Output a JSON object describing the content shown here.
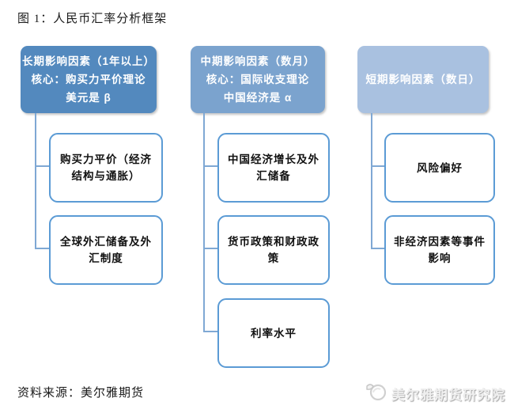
{
  "title": "图 1：人民币汇率分析框架",
  "source_note": "资料来源：美尔雅期货",
  "watermark": {
    "icon": "company-logo",
    "label": "美尔雅期货研究院"
  },
  "colors": {
    "header-long": "#5389BE",
    "header-mid": "#7BA3CE",
    "header-short": "#A9C1E0",
    "line": "#7FA8D4",
    "box-border": "#5B9BD5"
  },
  "columns": [
    {
      "id": "long-term",
      "header_lines": [
        "长期影响因素（1年以上）",
        "核心：购买力平价理论",
        "美元是 β"
      ],
      "children": [
        [
          "购买力平价（经济",
          "结构与通胀）"
        ],
        [
          "全球外汇储备及外",
          "汇制度"
        ]
      ]
    },
    {
      "id": "mid-term",
      "header_lines": [
        "中期影响因素（数月）",
        "核心：国际收支理论",
        "中国经济是 α"
      ],
      "children": [
        [
          "中国经济增长及外",
          "汇储备"
        ],
        [
          "货币政策和财政政",
          "策"
        ],
        [
          "利率水平"
        ]
      ]
    },
    {
      "id": "short-term",
      "header_lines": [
        "短期影响因素（数日）"
      ],
      "children": [
        [
          "风险偏好"
        ],
        [
          "非经济因素等事件",
          "影响"
        ]
      ]
    }
  ]
}
